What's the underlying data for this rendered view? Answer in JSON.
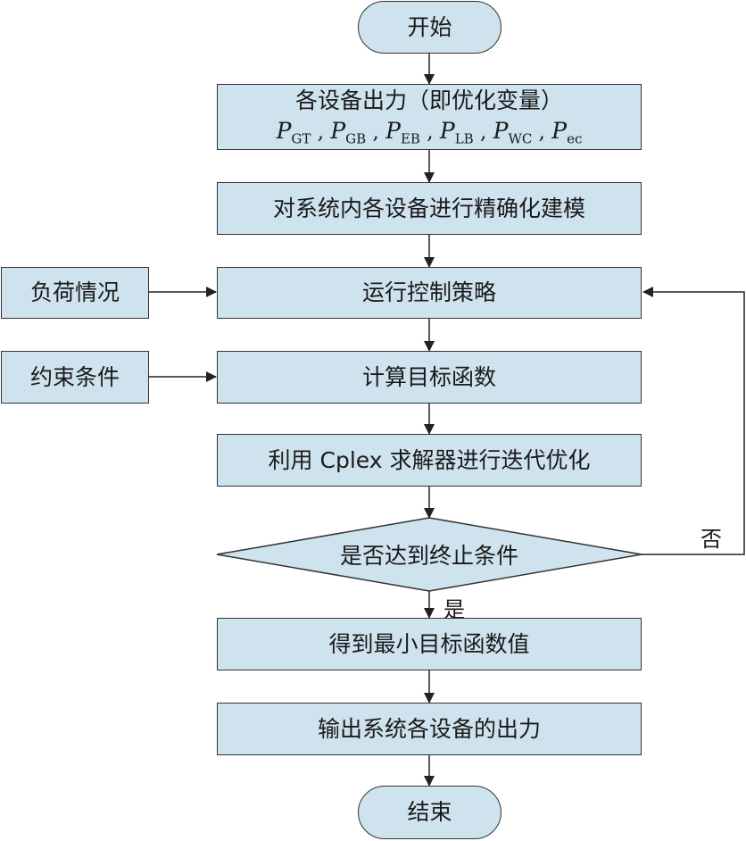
{
  "flowchart": {
    "start": "开始",
    "end": "结束",
    "steps": {
      "outputs_title": "各设备出力（即优化变量）",
      "outputs_vars": [
        {
          "base": "P",
          "sub": "GT"
        },
        {
          "base": "P",
          "sub": "GB"
        },
        {
          "base": "P",
          "sub": "EB"
        },
        {
          "base": "P",
          "sub": "LB"
        },
        {
          "base": "P",
          "sub": "WC"
        },
        {
          "base": "P",
          "sub": "ec"
        }
      ],
      "modeling": "对系统内各设备进行精确化建模",
      "strategy": "运行控制策略",
      "objective": "计算目标函数",
      "cplex": "利用 Cplex 求解器进行迭代优化",
      "decision": "是否达到终止条件",
      "min_value": "得到最小目标函数值",
      "final_output": "输出系统各设备的出力"
    },
    "inputs": {
      "load": "负荷情况",
      "constraints": "约束条件"
    },
    "labels": {
      "yes": "是",
      "no": "否"
    },
    "colors": {
      "node_fill": "#cfe3ee",
      "stroke": "#333333"
    }
  }
}
